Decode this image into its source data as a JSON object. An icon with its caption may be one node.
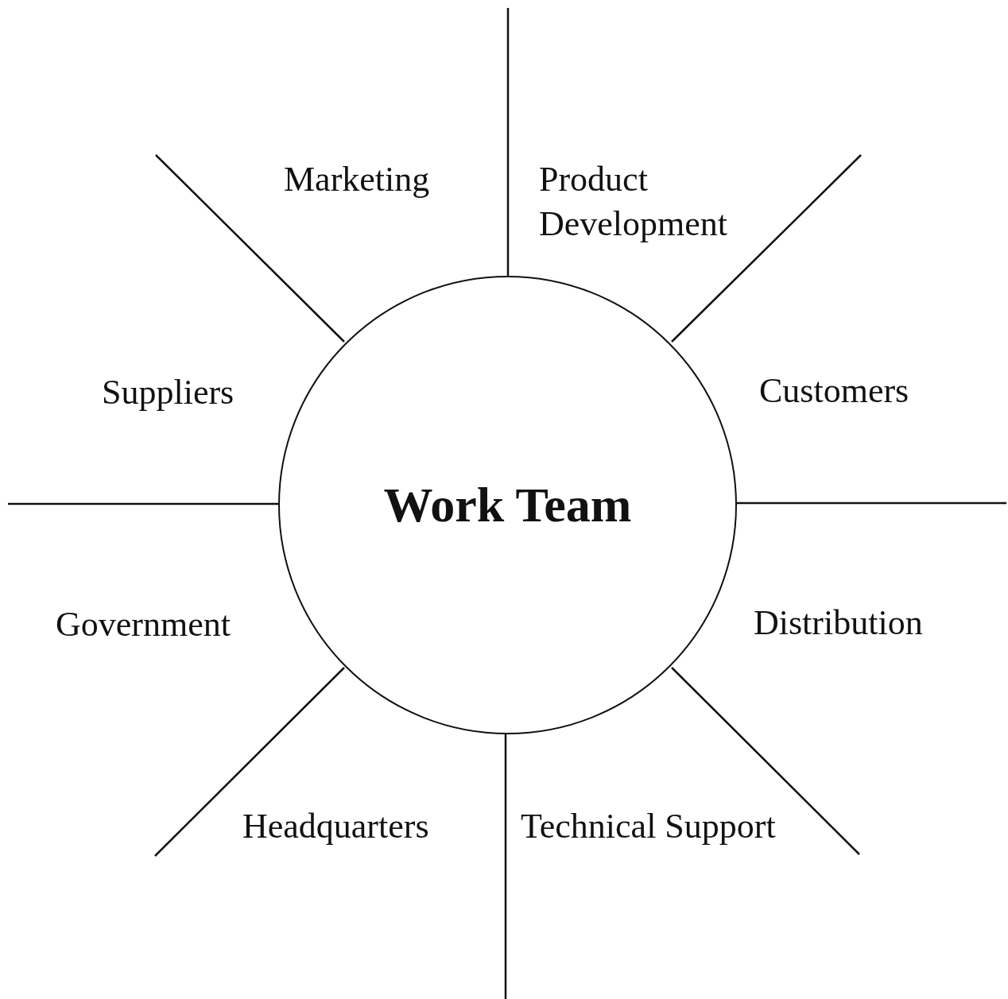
{
  "diagram": {
    "nodes": [
      {
        "text": [
          "Work Team"
        ]
      }
    ],
    "labels": [
      "Marketing",
      "Product Development",
      "Suppliers",
      "Customers",
      "Government",
      "Distribution",
      "Headquarters",
      "Technical Support"
    ]
  }
}
